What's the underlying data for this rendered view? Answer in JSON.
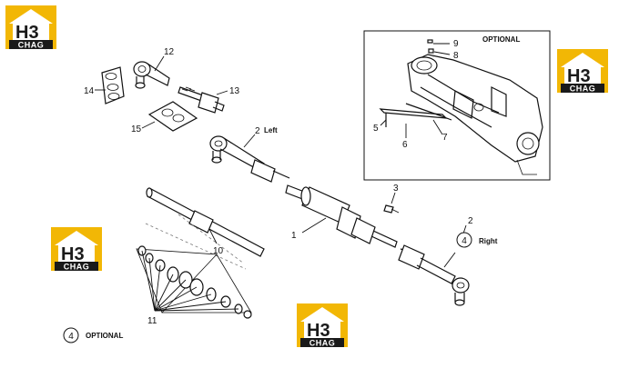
{
  "callouts": {
    "c1": "1",
    "c2_left": "2",
    "c2_right": "2",
    "c3": "3",
    "c4_circle": "4",
    "c4_legend": "4",
    "c5": "5",
    "c6": "6",
    "c7": "7",
    "c8": "8",
    "c9": "9",
    "c10": "10",
    "c11": "11",
    "c12": "12",
    "c13": "13",
    "c14": "14",
    "c15": "15"
  },
  "labels": {
    "left": "Left",
    "right": "Right",
    "optional_box_title": "OPTIONAL",
    "legend_text": "OPTIONAL"
  },
  "watermark": {
    "big": "H3",
    "small": "CHAG"
  },
  "colors": {
    "logo_yellow": "#f2b705",
    "logo_dark": "#1a1a1a",
    "line": "#111111"
  }
}
